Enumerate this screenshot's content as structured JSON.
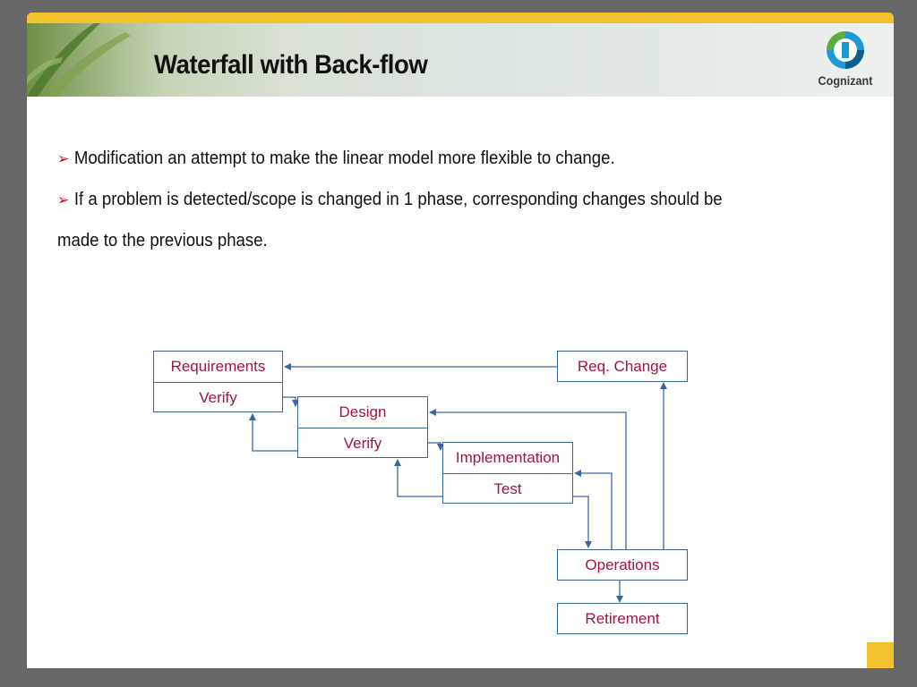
{
  "title": "Waterfall with Back-flow",
  "logo": {
    "text": "Cognizant"
  },
  "bullets": [
    "Modification an attempt to make the linear model more flexible to change.",
    "If a problem is detected/scope is changed in 1 phase, corresponding changes should be",
    "made to the previous phase."
  ],
  "diagram": {
    "requirements": "Requirements",
    "requirements_verify": "Verify",
    "design": "Design",
    "design_verify": "Verify",
    "implementation": "Implementation",
    "implementation_test": "Test",
    "req_change": "Req. Change",
    "operations": "Operations",
    "retirement": "Retirement"
  },
  "colors": {
    "accent": "#f2c12e",
    "box_text": "#a4133c",
    "line": "#3a66a0",
    "background": "#676767"
  }
}
